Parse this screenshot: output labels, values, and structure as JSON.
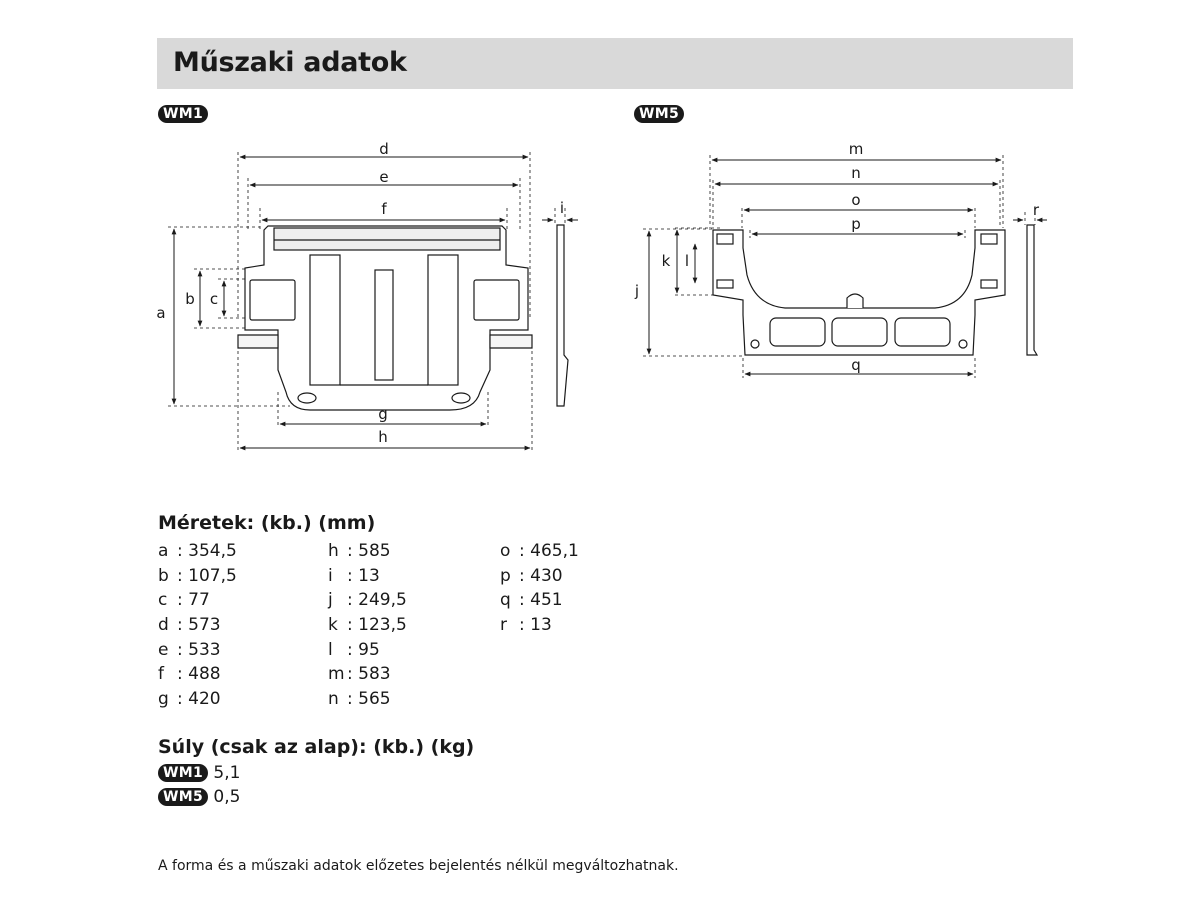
{
  "header": {
    "title": "Műszaki adatok"
  },
  "models": {
    "wm1": "WM1",
    "wm5": "WM5"
  },
  "diagram_wm1": {
    "labels": {
      "a": "a",
      "b": "b",
      "c": "c",
      "d": "d",
      "e": "e",
      "f": "f",
      "g": "g",
      "h": "h",
      "i": "i"
    }
  },
  "diagram_wm5": {
    "labels": {
      "j": "j",
      "k": "k",
      "l": "l",
      "m": "m",
      "n": "n",
      "o": "o",
      "p": "p",
      "q": "q",
      "r": "r"
    }
  },
  "dimensions": {
    "title": "Méretek: (kb.) (mm)",
    "columns": [
      [
        {
          "key": "a",
          "value": ": 354,5"
        },
        {
          "key": "b",
          "value": ": 107,5"
        },
        {
          "key": "c",
          "value": ": 77"
        },
        {
          "key": "d",
          "value": ": 573"
        },
        {
          "key": "e",
          "value": ": 533"
        },
        {
          "key": "f",
          "value": ": 488"
        },
        {
          "key": "g",
          "value": ": 420"
        }
      ],
      [
        {
          "key": "h",
          "value": ": 585"
        },
        {
          "key": "i",
          "value": ": 13"
        },
        {
          "key": "j",
          "value": ": 249,5"
        },
        {
          "key": "k",
          "value": ": 123,5"
        },
        {
          "key": "l",
          "value": ": 95"
        },
        {
          "key": "m",
          "value": ": 583"
        },
        {
          "key": "n",
          "value": ": 565"
        }
      ],
      [
        {
          "key": "o",
          "value": ": 465,1"
        },
        {
          "key": "p",
          "value": ": 430"
        },
        {
          "key": "q",
          "value": ": 451"
        },
        {
          "key": "r",
          "value": ": 13"
        }
      ]
    ]
  },
  "weight": {
    "title": "Súly (csak az alap): (kb.) (kg)",
    "rows": [
      {
        "model": "WM1",
        "value": "5,1"
      },
      {
        "model": "WM5",
        "value": "0,5"
      }
    ]
  },
  "footnote": "A forma és a műszaki adatok előzetes bejelentés nélkül megváltozhatnak."
}
